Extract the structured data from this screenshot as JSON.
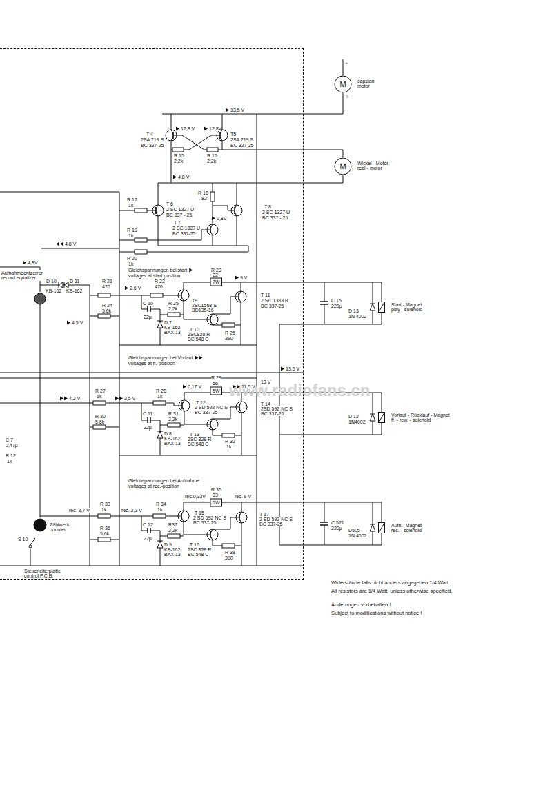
{
  "diagram": {
    "nodes": [
      {
        "text": [
          "Steuerleiterplatte control P.C.B."
        ]
      },
      {
        "text": [
          "M",
          "capstan motor"
        ]
      },
      {
        "text": [
          "M",
          "Wickel - Motor reel - motor"
        ]
      },
      {
        "text": [
          "Aufnahmeentzerrer record equalizer"
        ],
        "in": 0
      },
      {
        "text": [
          "Start - Magnet play - solenoid"
        ]
      },
      {
        "text": [
          "Vorlauf - Rücklauf - Magnet ff. - rew. - solenoid"
        ]
      },
      {
        "text": [
          "Zählwerk counter"
        ],
        "in": 0
      },
      {
        "text": [
          "Aufn.- Magnet rec. - solenoid"
        ]
      }
    ],
    "labels": [
      "-",
      "+",
      "13,5 V",
      "12,8 V",
      "12,8V",
      "T 4",
      "2SA 719 S",
      "BC 327-25",
      "T5",
      "2SA 719 S",
      "BC 327-25",
      "R 15",
      "2,2k",
      "R 16",
      "2,2k",
      "4,8 V",
      "R 17",
      "1k",
      "T 6",
      "2 SC 1327 U",
      "BC 337 - 25",
      "R 18",
      "82",
      "0,8V",
      "T 7",
      "2 SC 1327 U",
      "BC 337-25",
      "T 8",
      "2 SC 1327 U",
      "BC 337 - 25",
      "R 19",
      "1k",
      "4,8 V",
      "R 20",
      "1k",
      "4,8V",
      "D 10",
      "D 11",
      "KB-162",
      "KB-162",
      "Gleichspannungen bei start",
      "voltages at start position",
      "R 23",
      "22",
      "7W",
      "9 V",
      "R 21",
      "470",
      "R 22",
      "470",
      "2,6 V",
      "T 11",
      "2 SC 1383 R",
      "BC 337-25",
      "T9",
      "2SC1568 S",
      "BD135-16",
      "R 24",
      "5,6k",
      "C 10",
      "22µ",
      "R 25",
      "2,2k",
      "C 15",
      "220µ",
      "D 13",
      "1N 4002",
      "4,5 V",
      "D 7",
      "KB-162",
      "BAX 13",
      "T 10",
      "2SC828 R",
      "BC 548 C",
      "R 26",
      "390",
      "Gleichspannungen bei Vorlauf",
      "voltages at ff.-position",
      "13,5 V",
      "13 V",
      "R 29",
      "56",
      "5W",
      "0,17 V",
      "11,5 V",
      "R 27",
      "1k",
      "R 28",
      "1k",
      "4,2 V",
      "2,5 V",
      "T 12",
      "2 SD 592 NC S",
      "BC 337-25",
      "T 14",
      "2SD 592 NC S",
      "BC 337-25",
      "R 30",
      "5,6k",
      "C 11",
      "22µ",
      "R 31",
      "2,2k",
      "D 12",
      "1N4002",
      "T 13",
      "2SC 828 R",
      "BC 548 C",
      "R 32",
      "1k",
      "D 8",
      "KB-162",
      "BAX 13",
      "C 7",
      "0,47µ",
      "R 12",
      "1k",
      "Gleichspannungen bei Aufnahme",
      "voltages at rec.-position",
      "R 35",
      "33",
      "5W",
      "rec.0,33V",
      "rec. 9 V",
      "rec. 3,7 V",
      "R 33",
      "1k",
      "rec. 2,3 V",
      "R 34",
      "1k",
      "T 15",
      "2 SD 592 NC S",
      "BC 337-25",
      "T 17",
      "2 SD 592 NC S",
      "BC 337-25",
      "C 521",
      "220µ",
      "D505",
      "1N 4002",
      "S 10",
      "R 36",
      "5,6k",
      "C 12",
      "22µ",
      "R37",
      "2,2k",
      "T 16",
      "2SC 828 R",
      "BC 548 C",
      "D 9",
      "KB-162",
      "BAX 13",
      "R 38",
      "390",
      "Widerstände falls nicht anders angegeben 1/4 Watt.",
      "All resistors are 1/4 Watt, unless otherwise specified.",
      "Änderungen vorbehalten !",
      "Subject to modifications without notice !",
      "www.radiofans.cn"
    ]
  }
}
